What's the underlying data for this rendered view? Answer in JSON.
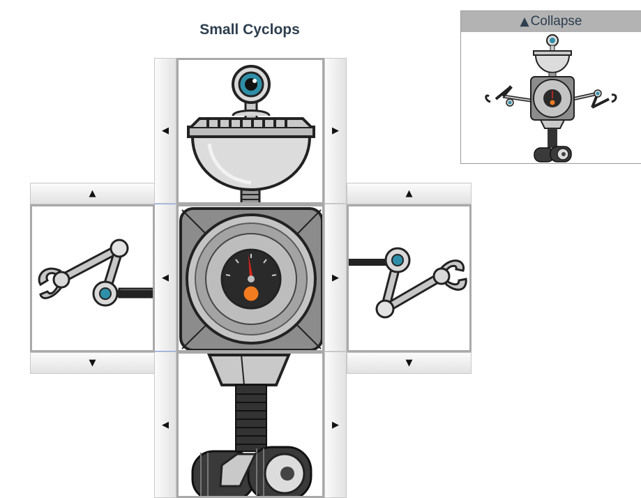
{
  "title": "Small Cyclops",
  "preview": {
    "collapse_icon": "▲",
    "collapse_label": "Collapse"
  },
  "controls": {
    "prev_glyph": "◀",
    "next_glyph": "▶",
    "up_glyph": "▲",
    "down_glyph": "▼"
  },
  "icons": [
    "robot-head-part",
    "robot-body-part",
    "robot-left-arm-part",
    "robot-right-arm-part",
    "robot-legs-part"
  ],
  "colors": {
    "eye": "#2f8fa8",
    "gauge_knob": "#f47c20",
    "gauge_needle": "#d8261c",
    "title_text": "#2d3e4e",
    "panel_border": "#a9a9a9"
  }
}
